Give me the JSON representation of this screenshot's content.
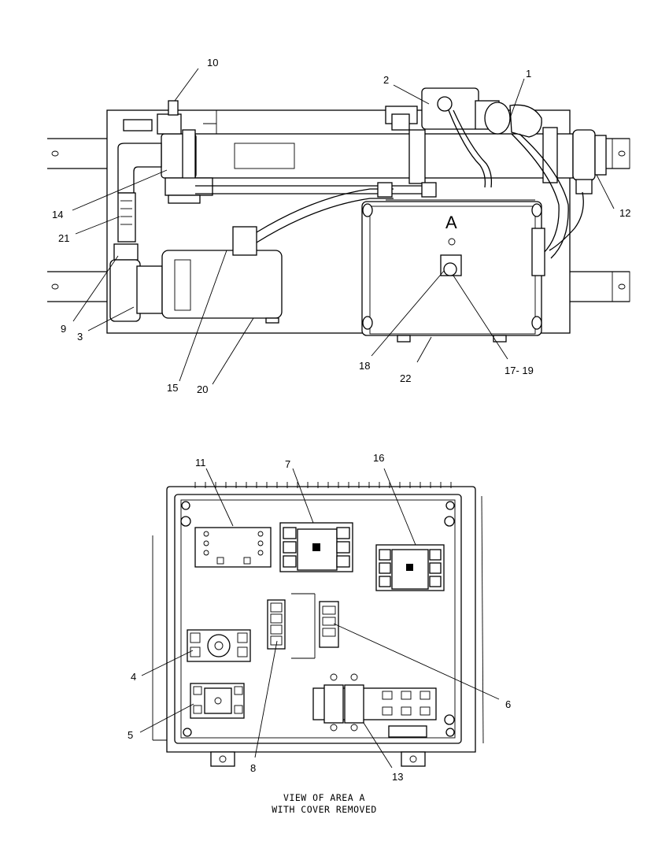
{
  "area_label": "A",
  "callouts_top": [
    "10",
    "2",
    "1",
    "14",
    "21",
    "12",
    "9",
    "3",
    "15",
    "20",
    "18",
    "22",
    "17- 19"
  ],
  "callouts_bottom": [
    "11",
    "7",
    "16",
    "4",
    "5",
    "8",
    "13",
    "6"
  ],
  "caption": {
    "line1": "VIEW OF AREA A",
    "line2": "WITH COVER REMOVED"
  }
}
